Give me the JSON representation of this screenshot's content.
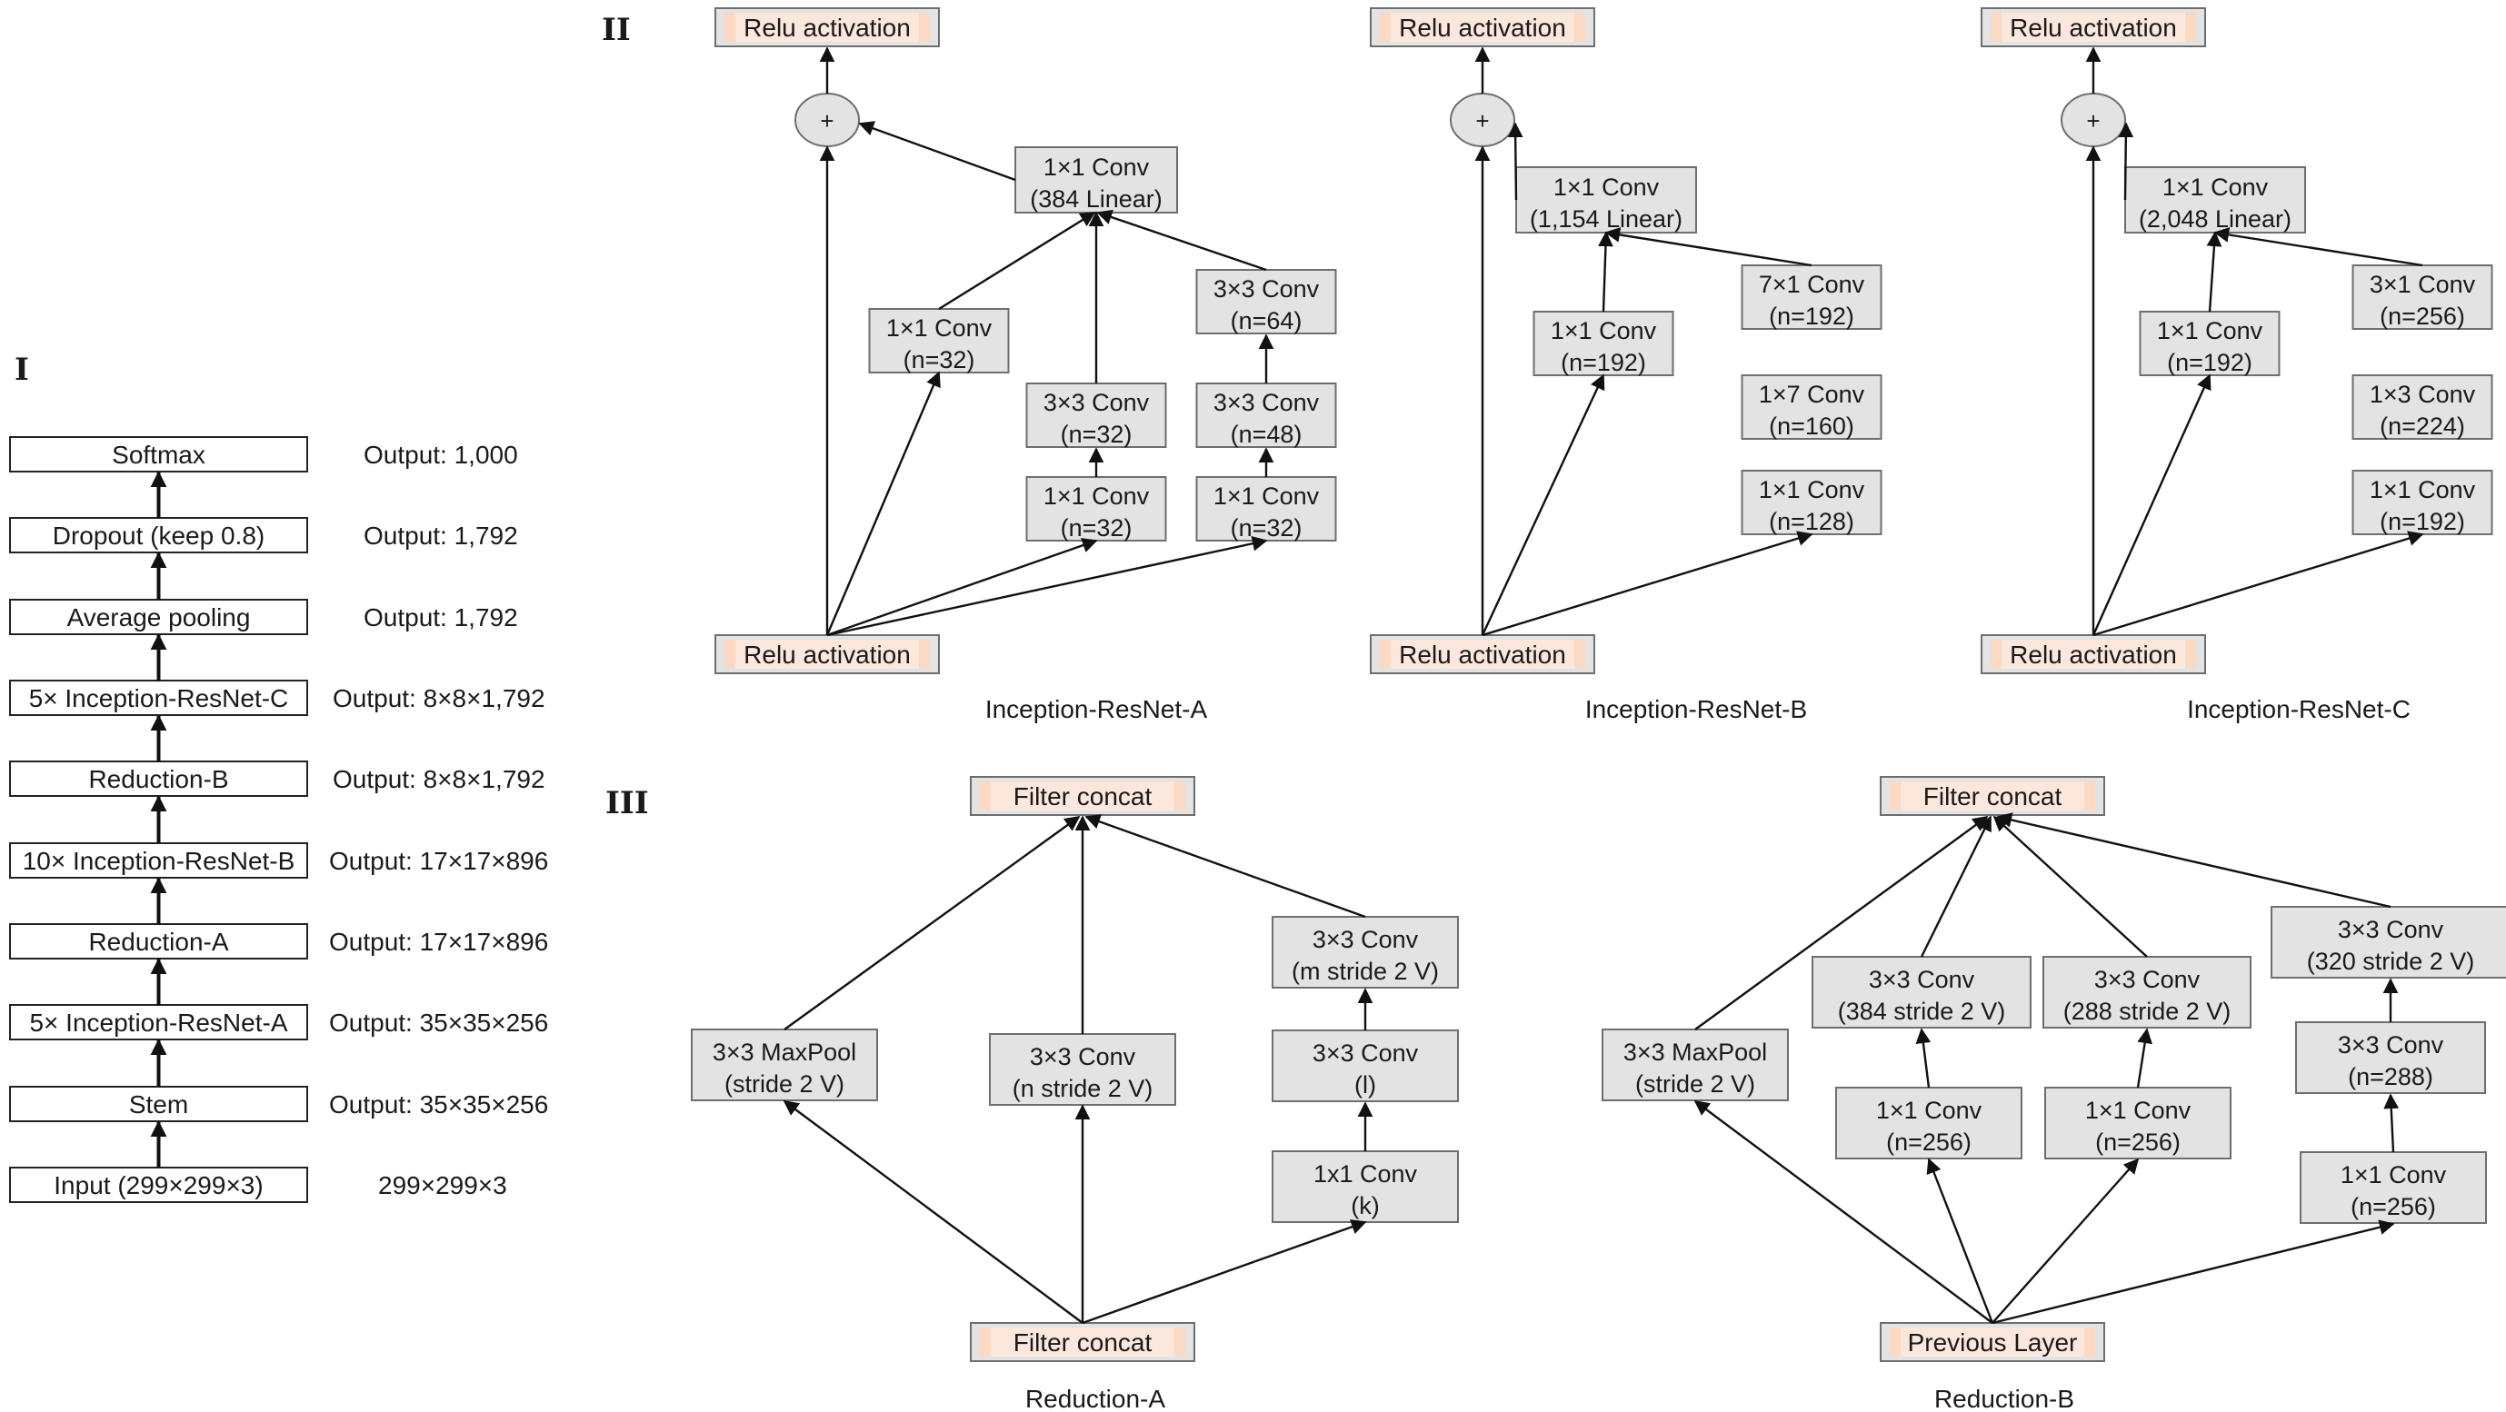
{
  "section_labels": [
    "I",
    "II",
    "III"
  ],
  "colors": {
    "node_fill": "#e3e3e3",
    "node_stroke": "#6e6e6e",
    "highlight_fill": "#fcd9c3",
    "highlight_inner": "#fbe7dc",
    "arrow": "#111111"
  },
  "panel_I": {
    "stack": [
      {
        "name": "Softmax",
        "output": "Output: 1,000"
      },
      {
        "name": "Dropout (keep 0.8)",
        "output": "Output: 1,792"
      },
      {
        "name": "Average pooling",
        "output": "Output: 1,792"
      },
      {
        "name": "5× Inception-ResNet-C",
        "output": "Output: 8×8×1,792"
      },
      {
        "name": "Reduction-B",
        "output": "Output: 8×8×1,792"
      },
      {
        "name": "10× Inception-ResNet-B",
        "output": "Output: 17×17×896"
      },
      {
        "name": "Reduction-A",
        "output": "Output: 17×17×896"
      },
      {
        "name": "5× Inception-ResNet-A",
        "output": "Output: 35×35×256"
      },
      {
        "name": "Stem",
        "output": "Output: 35×35×256"
      },
      {
        "name": "Input (299×299×3)",
        "output": "299×299×3"
      }
    ]
  },
  "panel_II": {
    "blocks": [
      {
        "title": "Inception-ResNet-A",
        "top": "Relu activation",
        "bottom": "Relu activation",
        "sum": "+",
        "merge": [
          "1×1 Conv",
          "(384 Linear)"
        ],
        "branches": [
          [
            [
              "1×1 Conv",
              "(n=32)"
            ]
          ],
          [
            [
              "1×1 Conv",
              "(n=32)"
            ],
            [
              "3×3 Conv",
              "(n=32)"
            ]
          ],
          [
            [
              "1×1 Conv",
              "(n=32)"
            ],
            [
              "3×3 Conv",
              "(n=48)"
            ],
            [
              "3×3 Conv",
              "(n=64)"
            ]
          ]
        ]
      },
      {
        "title": "Inception-ResNet-B",
        "top": "Relu activation",
        "bottom": "Relu activation",
        "sum": "+",
        "merge": [
          "1×1 Conv",
          "(1,154 Linear)"
        ],
        "branches": [
          [
            [
              "1×1 Conv",
              "(n=192)"
            ]
          ],
          [
            [
              "1×1 Conv",
              "(n=128)"
            ],
            [
              "1×7 Conv",
              "(n=160)"
            ],
            [
              "7×1 Conv",
              "(n=192)"
            ]
          ]
        ]
      },
      {
        "title": "Inception-ResNet-C",
        "top": "Relu activation",
        "bottom": "Relu activation",
        "sum": "+",
        "merge": [
          "1×1 Conv",
          "(2,048 Linear)"
        ],
        "branches": [
          [
            [
              "1×1 Conv",
              "(n=192)"
            ]
          ],
          [
            [
              "1×1 Conv",
              "(n=192)"
            ],
            [
              "1×3 Conv",
              "(n=224)"
            ],
            [
              "3×1 Conv",
              "(n=256)"
            ]
          ]
        ]
      }
    ]
  },
  "panel_III": {
    "blocks": [
      {
        "title": "Reduction-A",
        "top": "Filter concat",
        "bottom": "Filter concat",
        "branches": [
          [
            [
              "3×3 MaxPool",
              "(stride 2 V)"
            ]
          ],
          [
            [
              "3×3 Conv",
              "(n stride 2 V)"
            ]
          ],
          [
            [
              "1x1 Conv",
              "(k)"
            ],
            [
              "3×3 Conv",
              "(l)"
            ],
            [
              "3×3 Conv",
              "(m stride 2 V)"
            ]
          ]
        ]
      },
      {
        "title": "Reduction-B",
        "top": "Filter concat",
        "bottom": "Previous Layer",
        "branches": [
          [
            [
              "3×3 MaxPool",
              "(stride 2 V)"
            ]
          ],
          [
            [
              "1×1 Conv",
              "(n=256)"
            ],
            [
              "3×3 Conv",
              "(384 stride 2 V)"
            ]
          ],
          [
            [
              "1×1 Conv",
              "(n=256)"
            ],
            [
              "3×3 Conv",
              "(288 stride 2 V)"
            ]
          ],
          [
            [
              "1×1 Conv",
              "(n=256)"
            ],
            [
              "3×3 Conv",
              "(n=288)"
            ],
            [
              "3×3 Conv",
              "(320 stride 2 V)"
            ]
          ]
        ]
      }
    ]
  }
}
